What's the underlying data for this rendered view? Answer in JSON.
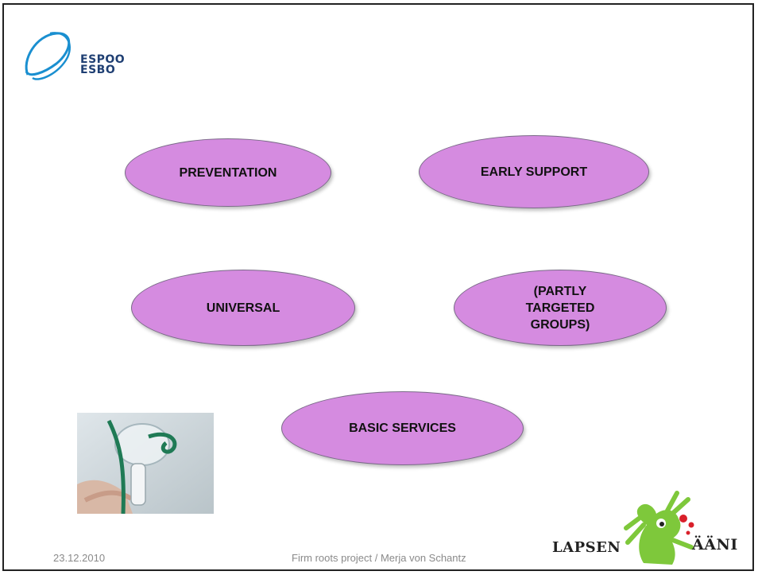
{
  "header": {
    "logo_line1": "ESPOO",
    "logo_line2": "ESBO"
  },
  "diagram": {
    "nodes": {
      "preventation": "PREVENTATION",
      "early_support": "EARLY SUPPORT",
      "universal": "UNIVERSAL",
      "partly_targeted": [
        "(PARTLY",
        "TARGETED",
        "GROUPS)"
      ],
      "basic_services": "BASIC SERVICES"
    },
    "node_color": "#d58be0"
  },
  "footer": {
    "date": "23.12.2010",
    "project": "Firm roots project / Merja von Schantz",
    "brand_left": "LAPSEN",
    "brand_right": "ÄÄNI"
  }
}
